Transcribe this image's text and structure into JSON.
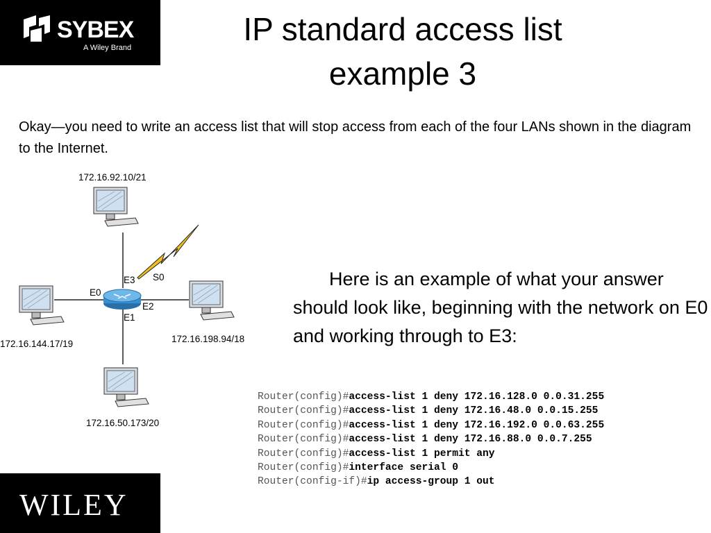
{
  "brand": {
    "sybex_word": "SYBEX",
    "sybex_tagline": "A Wiley Brand",
    "wiley_word": "WILEY"
  },
  "slide": {
    "title_line1": "IP standard access list",
    "title_line2": "example 3",
    "intro": "Okay—you need to write an access list that will stop access from each of the four LANs shown in the diagram to the Internet.",
    "answer": "Here is an example of what your answer should look like, beginning with the network on E0 and working through to E3:"
  },
  "diagram": {
    "hosts": {
      "top": "172.16.92.10/21",
      "left": "172.16.144.17/19",
      "right": "172.16.198.94/18",
      "bottom": "172.16.50.173/20"
    },
    "interfaces": {
      "e0": "E0",
      "e1": "E1",
      "e2": "E2",
      "e3": "E3",
      "s0": "S0"
    }
  },
  "cli": [
    {
      "prompt": "Router(config)#",
      "cmd": "access-list 1 deny 172.16.128.0 0.0.31.255"
    },
    {
      "prompt": "Router(config)#",
      "cmd": "access-list 1 deny 172.16.48.0 0.0.15.255"
    },
    {
      "prompt": "Router(config)#",
      "cmd": "access-list 1 deny 172.16.192.0 0.0.63.255"
    },
    {
      "prompt": "Router(config)#",
      "cmd": "access-list 1 deny 172.16.88.0 0.0.7.255"
    },
    {
      "prompt": "Router(config)#",
      "cmd": "access-list 1 permit any"
    },
    {
      "prompt": "Router(config)#",
      "cmd": "interface serial 0"
    },
    {
      "prompt": "Router(config-if)#",
      "cmd": "ip access-group 1 out"
    }
  ],
  "colors": {
    "logo_bg": "#000000",
    "lightning": "#f0c020",
    "router": "#3a8fd0",
    "monitor_screen": "#cfe0f0"
  }
}
